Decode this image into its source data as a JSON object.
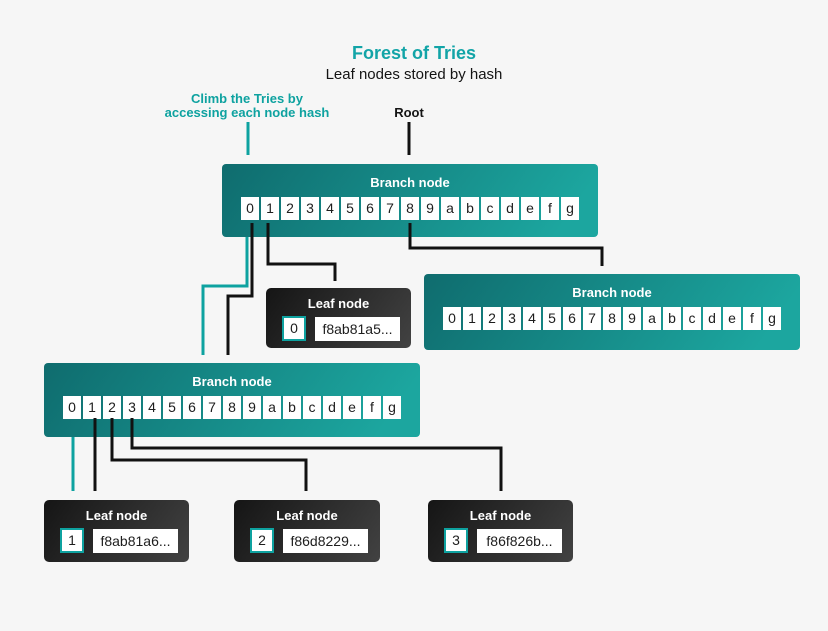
{
  "header": {
    "title": "Forest of Tries",
    "subtitle": "Leaf nodes stored by hash"
  },
  "annotations": {
    "climb_line1": "Climb the Tries by",
    "climb_line2": "accessing each node hash",
    "root_label": "Root"
  },
  "hex_digits": [
    "0",
    "1",
    "2",
    "3",
    "4",
    "5",
    "6",
    "7",
    "8",
    "9",
    "a",
    "b",
    "c",
    "d",
    "e",
    "f",
    "g"
  ],
  "nodes": {
    "branch_top": {
      "title": "Branch node"
    },
    "branch_right": {
      "title": "Branch node"
    },
    "branch_lower": {
      "title": "Branch node"
    },
    "leaf_0": {
      "title": "Leaf node",
      "index": "0",
      "hash": "f8ab81a5..."
    },
    "leaf_1": {
      "title": "Leaf node",
      "index": "1",
      "hash": "f8ab81a6..."
    },
    "leaf_2": {
      "title": "Leaf node",
      "index": "2",
      "hash": "f86d8229..."
    },
    "leaf_3": {
      "title": "Leaf node",
      "index": "3",
      "hash": "f86f826b..."
    }
  },
  "colors": {
    "accent_teal": "#0ea2a0",
    "title_teal": "#12a4a7",
    "branch_gradient_start": "#0f6c6e",
    "branch_gradient_end": "#1ca69f",
    "leaf_gradient_start": "#151515",
    "leaf_gradient_end": "#424242",
    "line_black": "#111111",
    "background": "#f6f6f6",
    "cell_background": "#ffffff"
  }
}
